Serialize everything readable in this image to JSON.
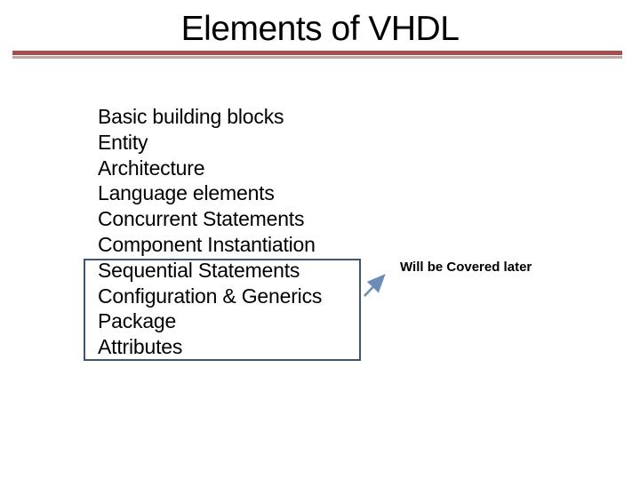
{
  "title": "Elements of VHDL",
  "list": {
    "items": [
      "Basic building blocks",
      "Entity",
      "Architecture",
      "Language elements",
      "Concurrent Statements",
      "Component Instantiation",
      "Sequential Statements",
      "Configuration & Generics",
      "Package",
      "Attributes"
    ]
  },
  "annotation": {
    "label": "Will be Covered later"
  },
  "colors": {
    "rule_dark": "#a5504e",
    "rule_light": "#c0a7a5",
    "box_border": "#3f566b",
    "arrow": "#6c8cb8",
    "text": "#000000",
    "background": "#ffffff"
  }
}
